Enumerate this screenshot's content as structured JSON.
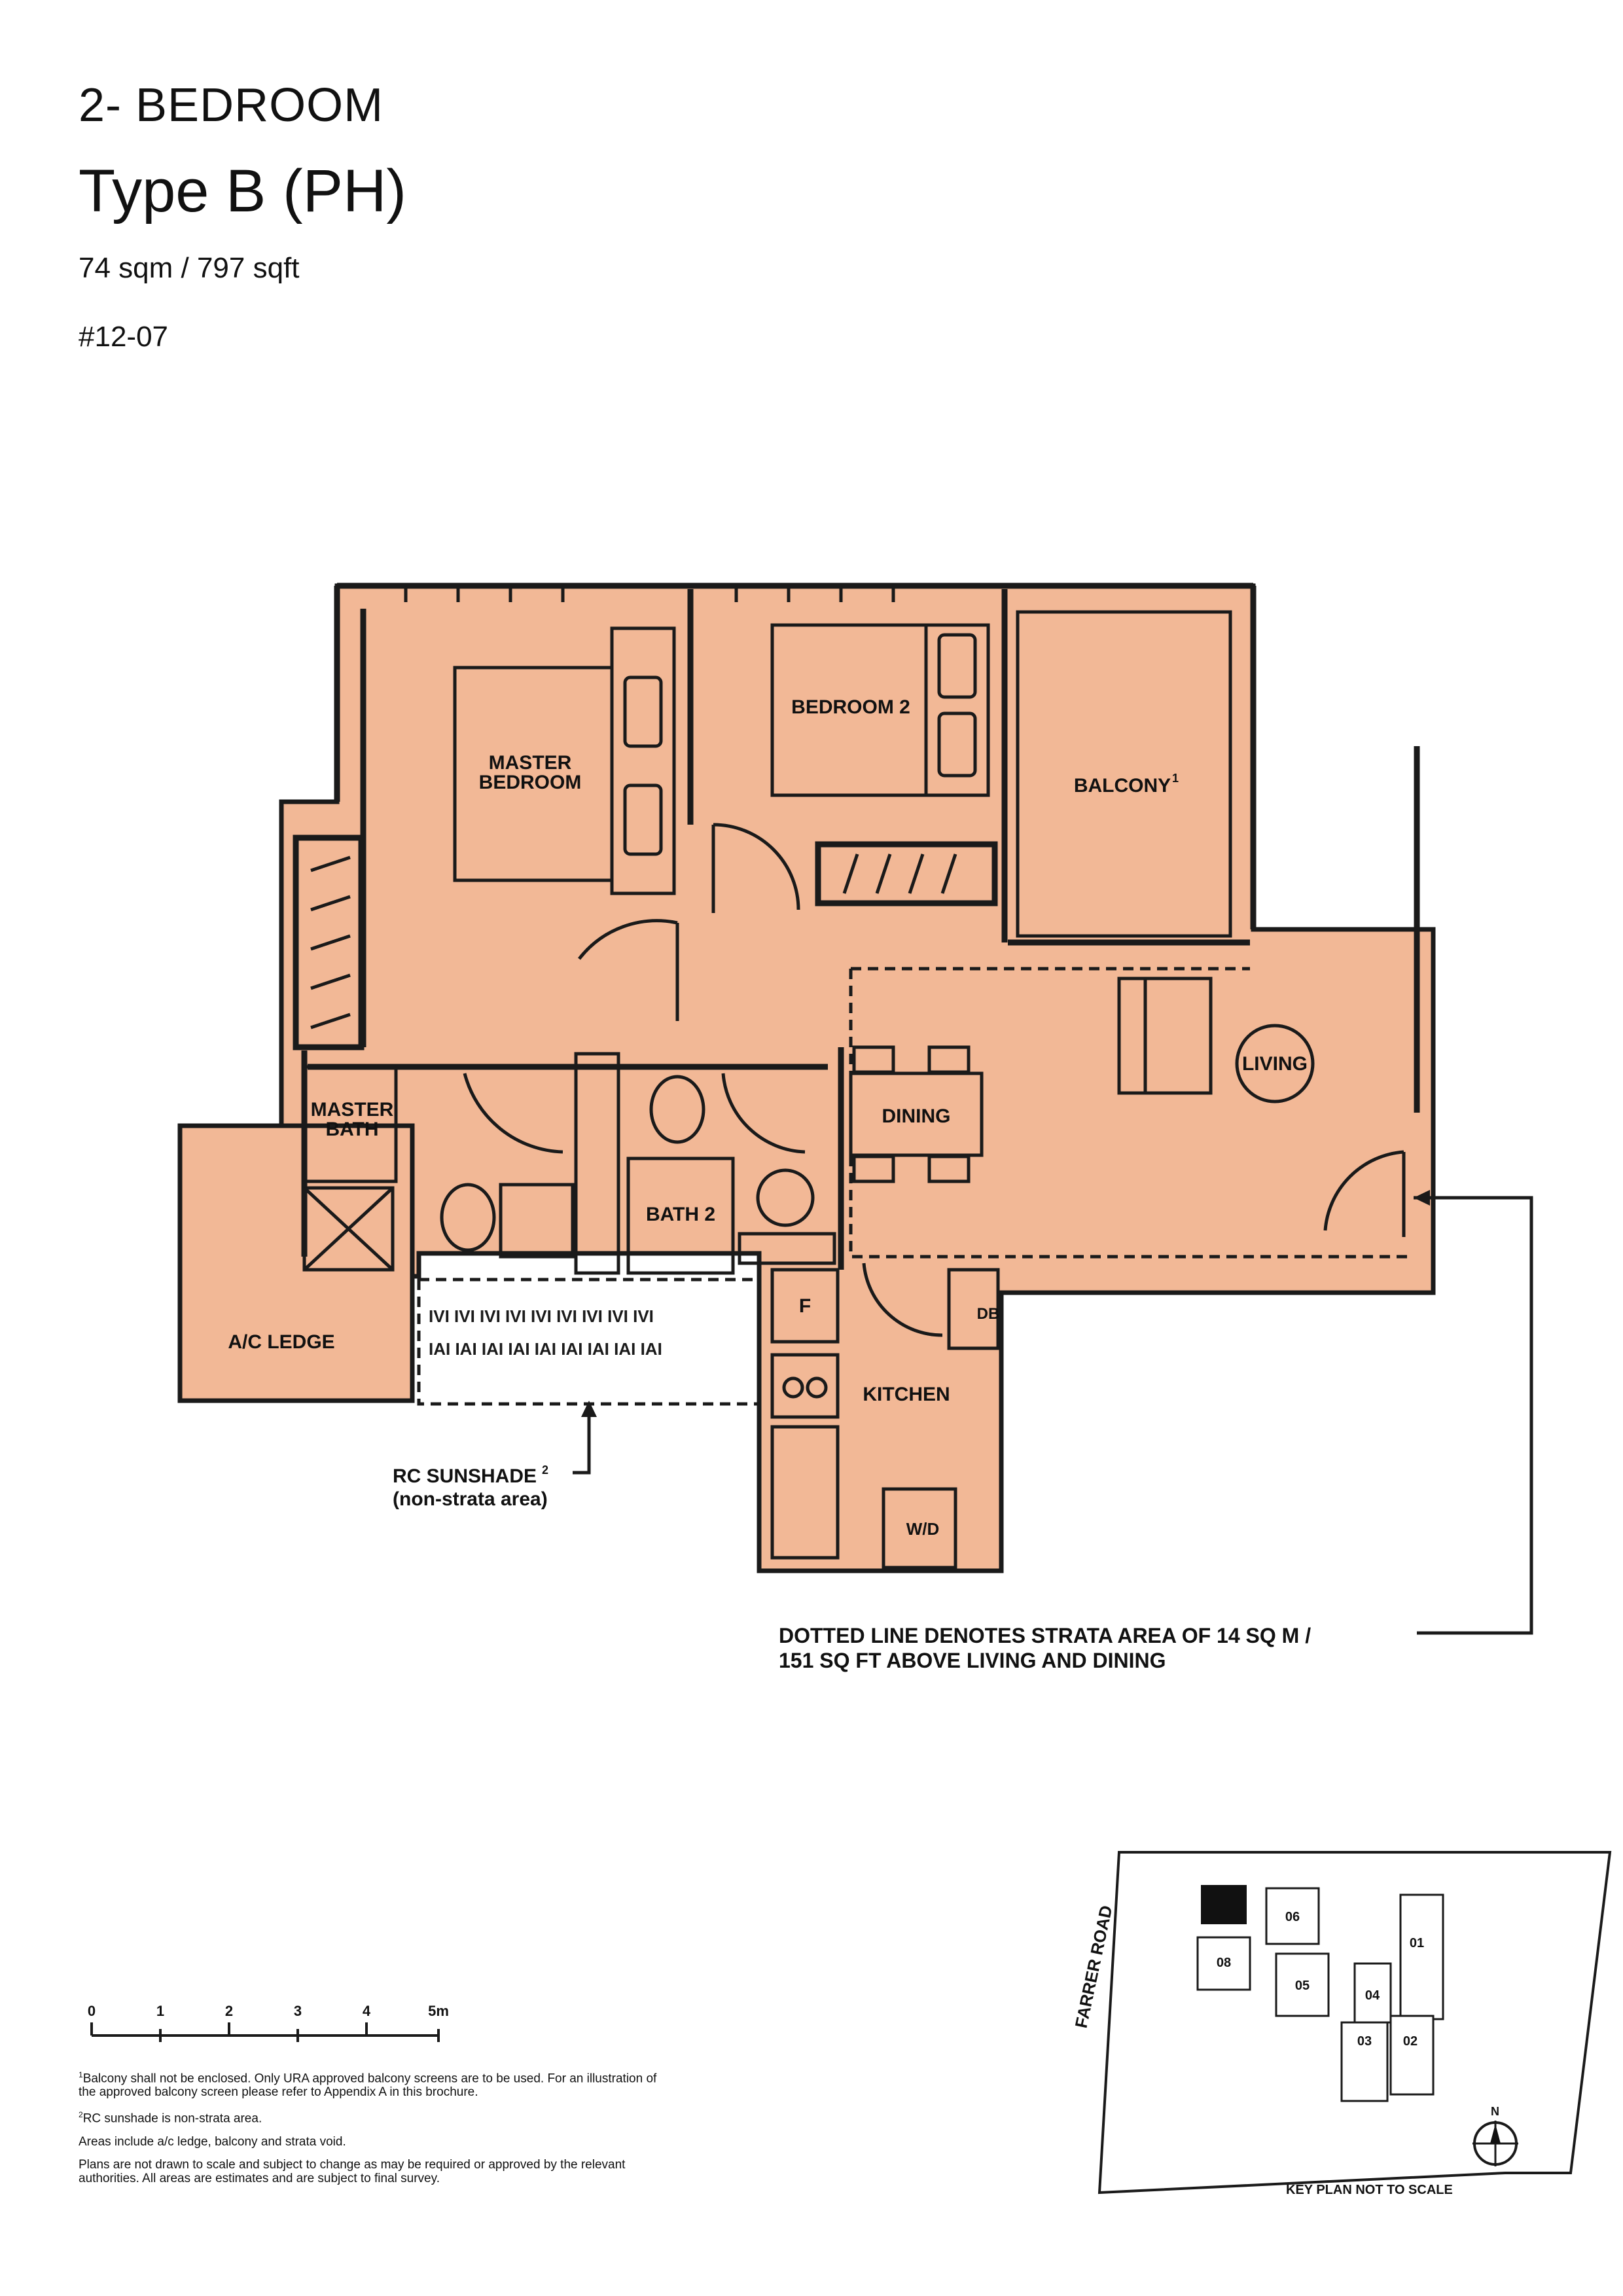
{
  "header": {
    "unit_type": "2- BEDROOM",
    "type_name": "Type B (PH)",
    "area": "74 sqm / 797 sqft",
    "unit_number": "#12-07"
  },
  "rooms": {
    "master_bedroom": [
      "MASTER",
      "BEDROOM"
    ],
    "bedroom2": "BEDROOM 2",
    "balcony": "BALCONY",
    "balcony_note_mark": "1",
    "living": "LIVING",
    "dining": "DINING",
    "master_bath": [
      "MASTER",
      "BATH"
    ],
    "bath2": "BATH 2",
    "kitchen": "KITCHEN",
    "fridge": "F",
    "db": "DB",
    "wd": "W/D",
    "ac_ledge": "A/C LEDGE"
  },
  "annotations": {
    "sunshade": "RC SUNSHADE",
    "sunshade_mark": "2",
    "sunshade_sub": "(non-strata area)",
    "strata_line1": "DOTTED LINE DENOTES STRATA AREA OF 14 SQ M /",
    "strata_line2": "151 SQ FT ABOVE LIVING AND DINING"
  },
  "scale_bar": {
    "labels": [
      "0",
      "1",
      "2",
      "3",
      "4",
      "5m"
    ]
  },
  "footnotes": {
    "note1_mark": "1",
    "note1": "Balcony shall not be enclosed. Only URA approved balcony screens are to be used. For an illustration of the approved balcony screen please refer to Appendix A in this brochure.",
    "note2_mark": "2",
    "note2": "RC sunshade is non-strata area.",
    "general1": "Areas include a/c ledge, balcony and strata void.",
    "general2": "Plans are not drawn to scale and subject to change as may be required or approved by the relevant authorities. All areas are estimates and are subject to final survey."
  },
  "key_plan": {
    "road": "FARRER ROAD",
    "blocks": [
      "08",
      "06",
      "05",
      "04",
      "01",
      "03",
      "02"
    ],
    "north": "N",
    "caption": "KEY PLAN NOT TO SCALE"
  },
  "colors": {
    "floor_fill": "#f2b896",
    "wall": "#1a1a1a",
    "highlight": "#111111"
  }
}
